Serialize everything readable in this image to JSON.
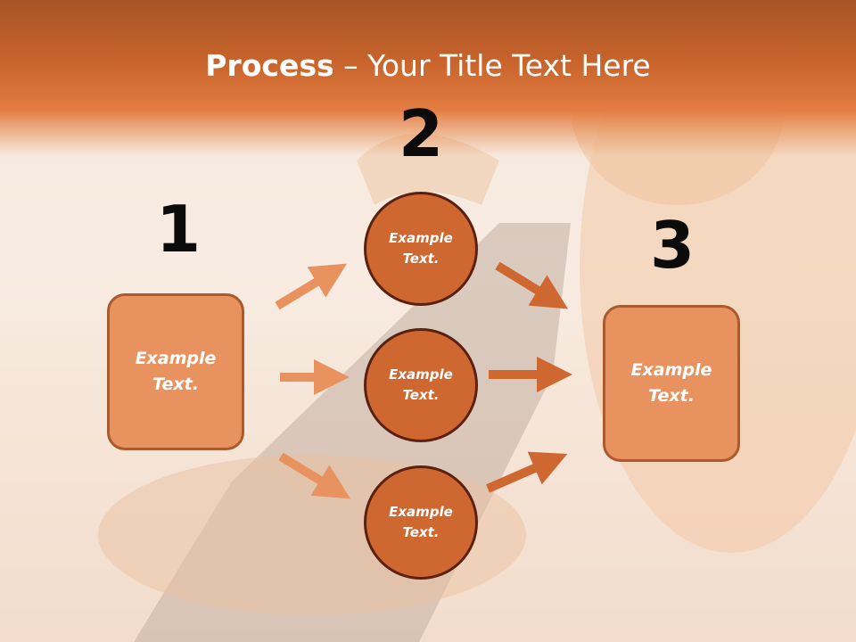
{
  "slide": {
    "title_bold": "Process",
    "title_rest": " – Your Title Text Here"
  },
  "steps": {
    "step1_number": "1",
    "step2_number": "2",
    "step3_number": "3"
  },
  "nodes": {
    "input_box": "Example Text.",
    "circle_top": "Example Text.",
    "circle_middle": "Example Text.",
    "circle_bottom": "Example Text.",
    "output_box": "Example Text."
  },
  "colors": {
    "title_band": "#c8642c",
    "box_fill": "#e8935f",
    "circle_fill": "#cf6731",
    "arrow_light": "#e8935f",
    "arrow_dark": "#cf6731"
  }
}
